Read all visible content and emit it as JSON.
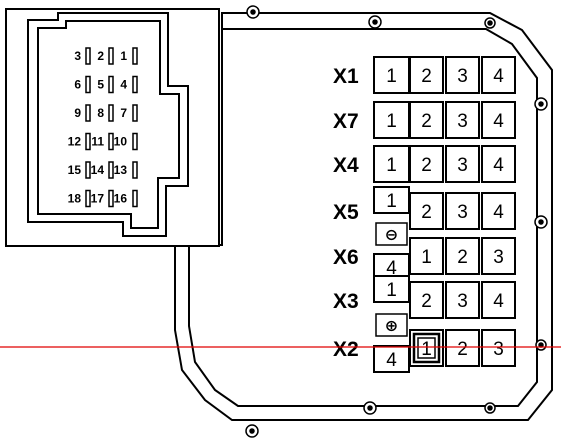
{
  "connector_pins": [
    "1",
    "2",
    "3",
    "4",
    "5",
    "6",
    "7",
    "8",
    "9",
    "10",
    "11",
    "12",
    "13",
    "14",
    "15",
    "16",
    "17",
    "18"
  ],
  "fuse_rows": [
    {
      "label": "X1",
      "terminals": [
        "1",
        "2",
        "3",
        "4"
      ]
    },
    {
      "label": "X7",
      "terminals": [
        "1",
        "2",
        "3",
        "4"
      ]
    },
    {
      "label": "X4",
      "terminals": [
        "1",
        "2",
        "3",
        "4"
      ]
    },
    {
      "label": "X5",
      "terminals": [
        "1",
        "2",
        "3",
        "4"
      ]
    },
    {
      "label": "X6",
      "terminals": [
        "4",
        "1",
        "2",
        "3"
      ]
    },
    {
      "label": "X3",
      "terminals": [
        "1",
        "2",
        "3",
        "4"
      ]
    },
    {
      "label": "X2",
      "terminals": [
        "4",
        "1",
        "2",
        "3"
      ]
    }
  ],
  "symbols": {
    "minus": "⊖",
    "plus": "⊕"
  },
  "colors": {
    "line": "#000000",
    "marker_line": "#e00000",
    "background": "#ffffff"
  }
}
